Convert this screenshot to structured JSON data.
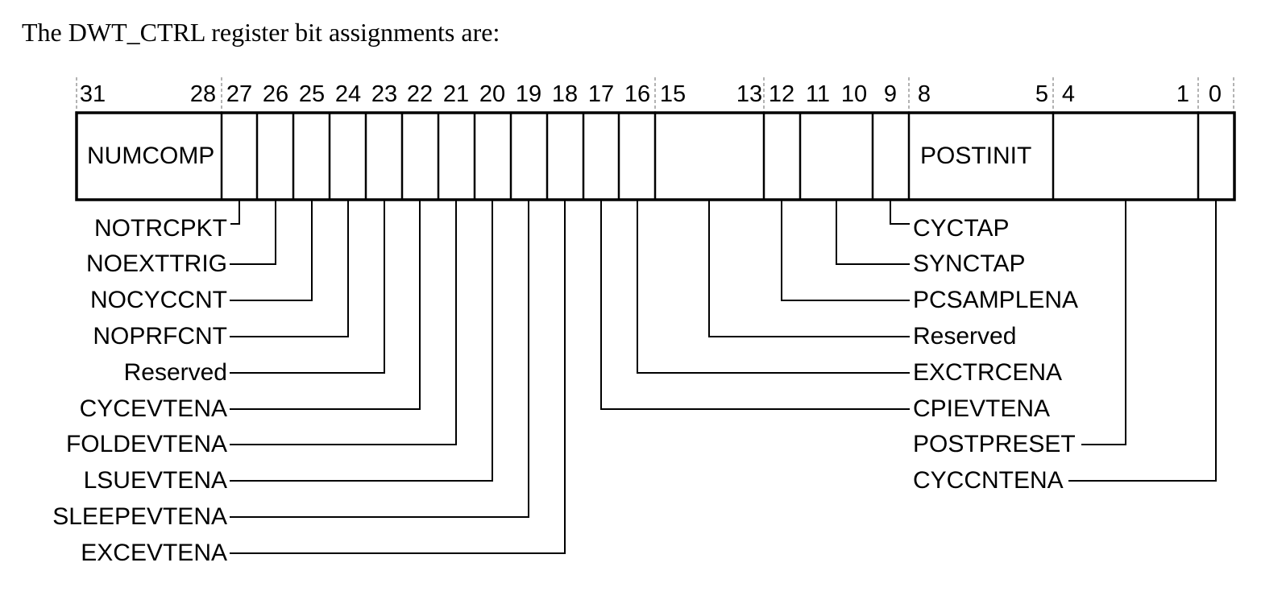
{
  "title": "The DWT_CTRL register bit assignments are:",
  "bit_numbers": [
    "31",
    "28",
    "27",
    "26",
    "25",
    "24",
    "23",
    "22",
    "21",
    "20",
    "19",
    "18",
    "17",
    "16",
    "15",
    "13",
    "12",
    "11",
    "10",
    "9",
    "8",
    "5",
    "4",
    "1",
    "0"
  ],
  "register_fields": {
    "numcomp": {
      "label": "NUMCOMP",
      "bits": "31:28"
    },
    "postinit": {
      "label": "POSTINIT",
      "bits": "8:5"
    }
  },
  "callouts_left": [
    {
      "label": "NOTRCPKT",
      "bit": "27"
    },
    {
      "label": "NOEXTTRIG",
      "bit": "26"
    },
    {
      "label": "NOCYCCNT",
      "bit": "25"
    },
    {
      "label": "NOPRFCNT",
      "bit": "24"
    },
    {
      "label": "Reserved",
      "bit": "23"
    },
    {
      "label": "CYCEVTENA",
      "bit": "22"
    },
    {
      "label": "FOLDEVTENA",
      "bit": "21"
    },
    {
      "label": "LSUEVTENA",
      "bit": "20"
    },
    {
      "label": "SLEEPEVTENA",
      "bit": "19"
    },
    {
      "label": "EXCEVTENA",
      "bit": "18"
    }
  ],
  "callouts_right": [
    {
      "label": "CYCTAP",
      "bit": "9"
    },
    {
      "label": "SYNCTAP",
      "bit": "11:10"
    },
    {
      "label": "PCSAMPLENA",
      "bit": "12"
    },
    {
      "label": "Reserved",
      "bit": "15:13"
    },
    {
      "label": "EXCTRCENA",
      "bit": "16"
    },
    {
      "label": "CPIEVTENA",
      "bit": "17"
    },
    {
      "label": "POSTPRESET",
      "bit": "4:1"
    },
    {
      "label": "CYCCNTENA",
      "bit": "0"
    }
  ]
}
